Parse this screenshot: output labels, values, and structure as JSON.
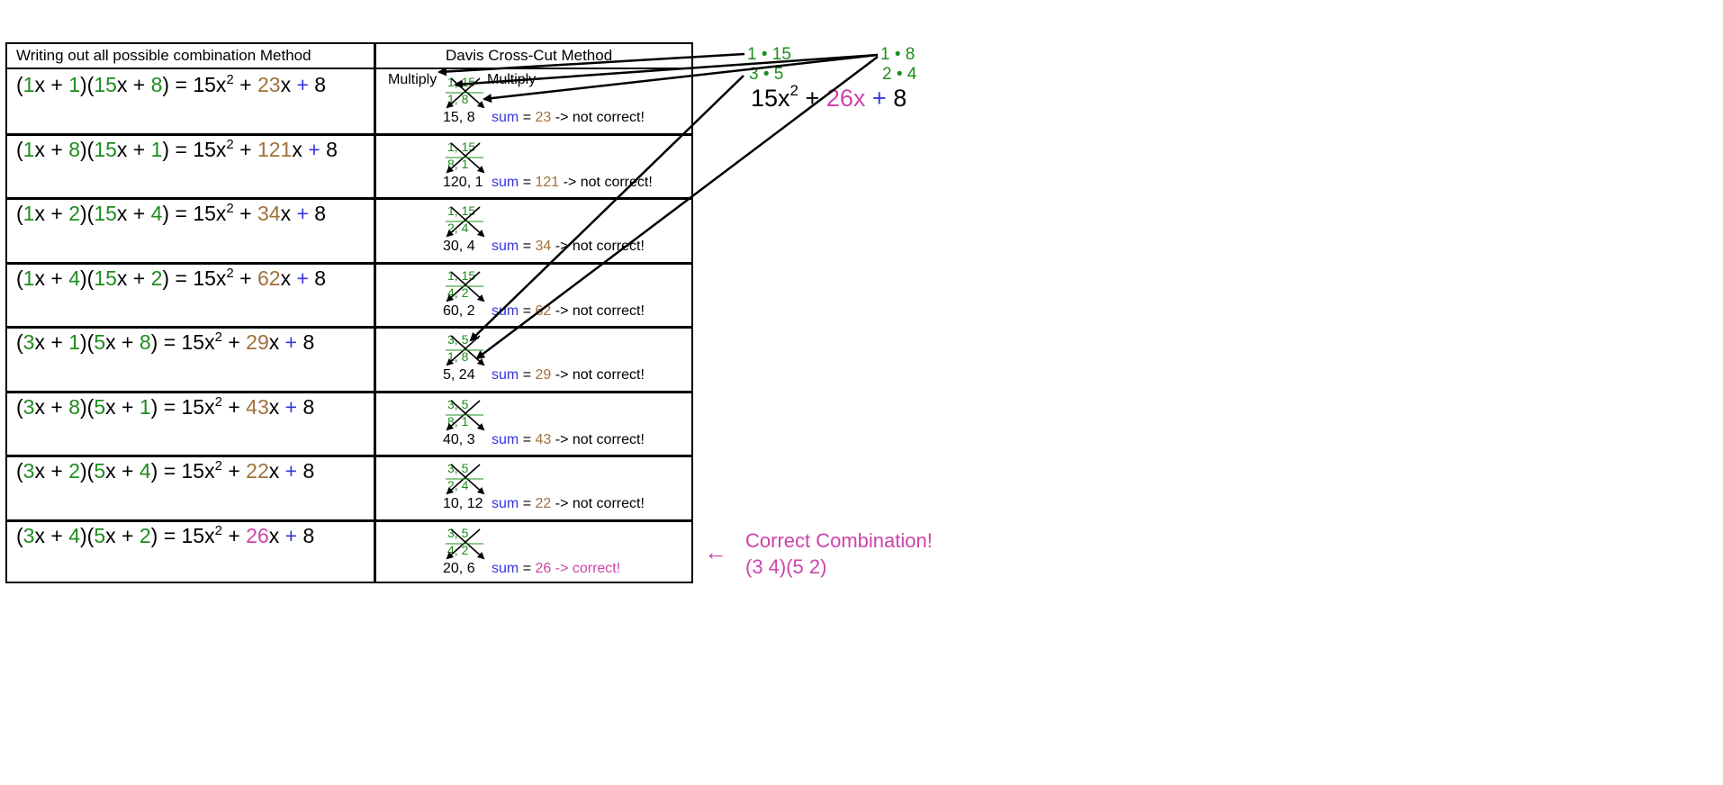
{
  "headers": {
    "left": "Writing out all possible combination Method",
    "right": "Davis Cross-Cut Method"
  },
  "multiply_labels": [
    "Multiply",
    "Multiply"
  ],
  "rows": [
    {
      "a": "1",
      "b": "1",
      "c": "15",
      "d": "8",
      "middle": "23",
      "mid_color": "brown",
      "cc_top": "1, 15",
      "cc_bottom": "1, 8",
      "products": "15, 8",
      "sum_word": "sum",
      "sum_value": "23",
      "verdict": "-> not correct!"
    },
    {
      "a": "1",
      "b": "8",
      "c": "15",
      "d": "1",
      "middle": "121",
      "mid_color": "brown",
      "cc_top": "1, 15",
      "cc_bottom": "8, 1",
      "products": "120, 1",
      "sum_word": "sum",
      "sum_value": "121",
      "verdict": "-> not correct!"
    },
    {
      "a": "1",
      "b": "2",
      "c": "15",
      "d": "4",
      "middle": "34",
      "mid_color": "brown",
      "cc_top": "1, 15",
      "cc_bottom": "2, 4",
      "products": "30, 4",
      "sum_word": "sum",
      "sum_value": "34",
      "verdict": "-> not correct!"
    },
    {
      "a": "1",
      "b": "4",
      "c": "15",
      "d": "2",
      "middle": "62",
      "mid_color": "brown",
      "cc_top": "1, 15",
      "cc_bottom": "4, 2",
      "products": "60, 2",
      "sum_word": "sum",
      "sum_value": "62",
      "verdict": "-> not correct!"
    },
    {
      "a": "3",
      "b": "1",
      "c": "5",
      "d": "8",
      "middle": "29",
      "mid_color": "brown",
      "cc_top": "3, 5",
      "cc_bottom": "1, 8",
      "products": "5, 24",
      "sum_word": "sum",
      "sum_value": "29",
      "verdict": "-> not correct!"
    },
    {
      "a": "3",
      "b": "8",
      "c": "5",
      "d": "1",
      "middle": "43",
      "mid_color": "brown",
      "cc_top": "3, 5",
      "cc_bottom": "8, 1",
      "products": "40, 3",
      "sum_word": "sum",
      "sum_value": "43",
      "verdict": "-> not correct!"
    },
    {
      "a": "3",
      "b": "2",
      "c": "5",
      "d": "4",
      "middle": "22",
      "mid_color": "brown",
      "cc_top": "3, 5",
      "cc_bottom": "2, 4",
      "products": "10, 12",
      "sum_word": "sum",
      "sum_value": "22",
      "verdict": "-> not correct!"
    },
    {
      "a": "3",
      "b": "4",
      "c": "5",
      "d": "2",
      "middle": "26",
      "mid_color": "pink",
      "cc_top": "3, 5",
      "cc_bottom": "4, 2",
      "products": "20, 6",
      "sum_word": "sum",
      "sum_value": "26",
      "verdict": "-> correct!"
    }
  ],
  "equation_parts": {
    "x": "x",
    "plus": "+",
    "eq": "=",
    "lead": "15x",
    "exp": "2",
    "const": "8"
  },
  "factor_pairs": {
    "lead": [
      "1 • 15",
      "3 • 5"
    ],
    "const": [
      "1 • 8",
      "2 • 4"
    ]
  },
  "target": {
    "lead": "15x",
    "exp": "2",
    "plus": "+",
    "middle": "26x",
    "const": "8"
  },
  "correct_note": {
    "arrow": "←",
    "title": "Correct Combination!",
    "factors": "(3   4)(5   2)"
  },
  "colors": {
    "green": "#1e8c1e",
    "blue": "#3535e0",
    "brown": "#a0703a",
    "pink": "#cc44aa"
  }
}
